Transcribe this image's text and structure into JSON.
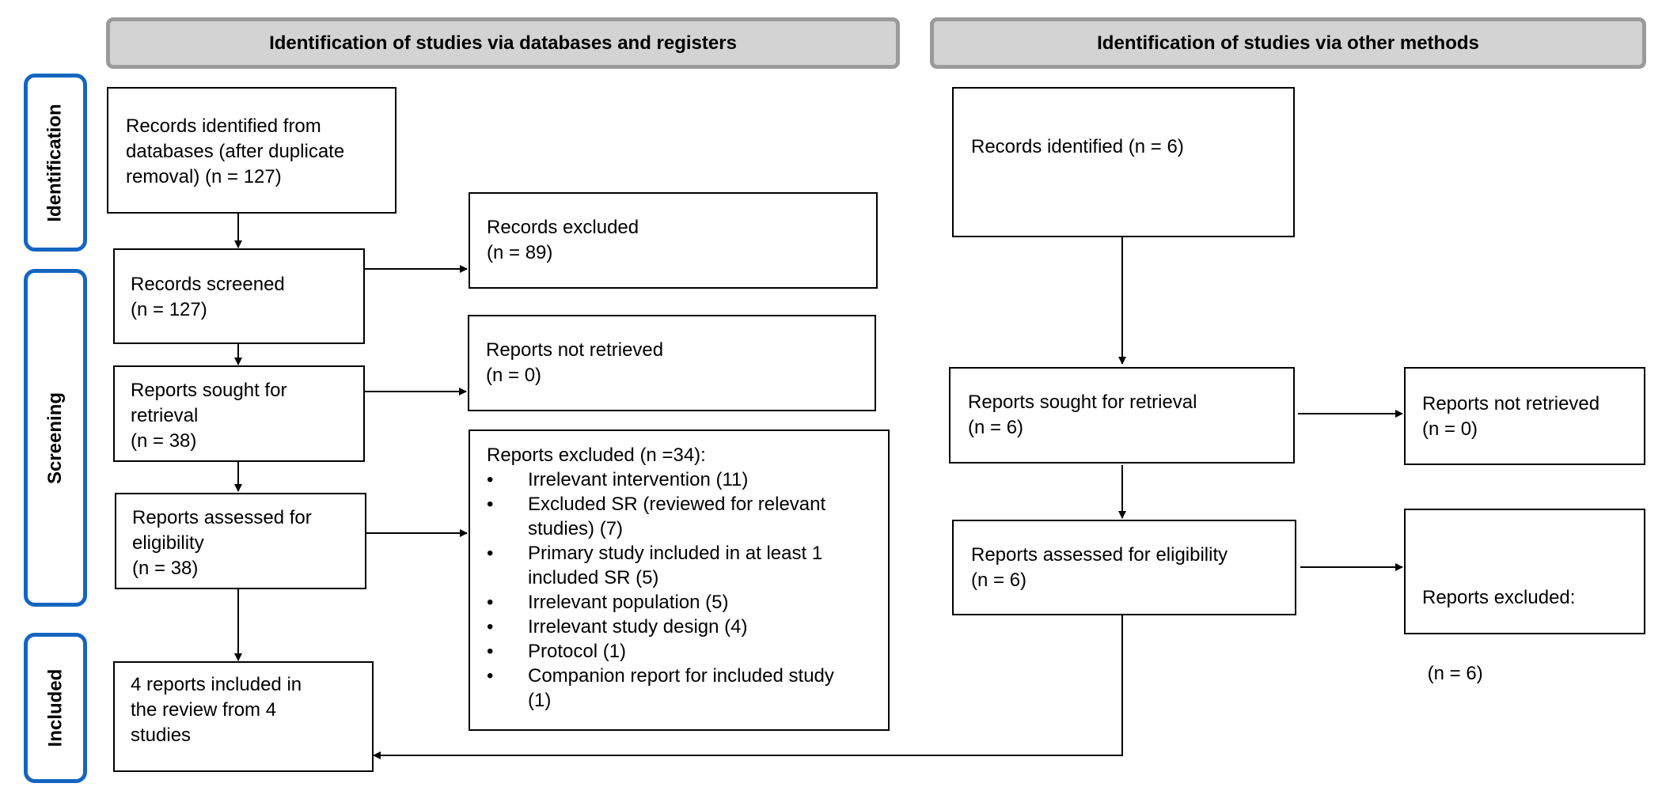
{
  "headers": {
    "databases": "Identification of studies via databases and registers",
    "other": "Identification of studies via other methods"
  },
  "stages": {
    "identification": "Identification",
    "screening": "Screening",
    "included": "Included"
  },
  "left": {
    "records_identified": [
      "Records identified from",
      "databases (after duplicate",
      "removal) (n = 127)"
    ],
    "records_screened": [
      "Records screened",
      "(n = 127)"
    ],
    "reports_sought": [
      "Reports sought for",
      "retrieval",
      "(n = 38)"
    ],
    "reports_assessed": [
      "Reports assessed for",
      "eligibility",
      "(n = 38)"
    ],
    "included": [
      "4 reports included in",
      "the review from 4",
      "studies"
    ],
    "records_excluded": [
      "Records excluded",
      "(n = 89)"
    ],
    "reports_not_retrieved": [
      "Reports not retrieved",
      "(n = 0)"
    ],
    "reports_excluded": {
      "title": "Reports excluded (n =34):",
      "items": [
        [
          "Irrelevant intervention (11)"
        ],
        [
          "Excluded SR (reviewed for relevant",
          "studies) (7)"
        ],
        [
          "Primary study included in at least 1",
          "included SR (5)"
        ],
        [
          "Irrelevant population (5)"
        ],
        [
          "Irrelevant study design (4)"
        ],
        [
          "Protocol (1)"
        ],
        [
          "Companion report for included study",
          "(1)"
        ]
      ]
    }
  },
  "right": {
    "records_identified": [
      "Records identified (n = 6)"
    ],
    "reports_sought": [
      "Reports sought for retrieval",
      "(n = 6)"
    ],
    "reports_assessed": [
      "Reports assessed for eligibility",
      "(n = 6)"
    ],
    "reports_not_retrieved": [
      "Reports not retrieved",
      "(n = 0)"
    ],
    "reports_excluded": [
      "Reports excluded:",
      " (n = 6)"
    ]
  }
}
